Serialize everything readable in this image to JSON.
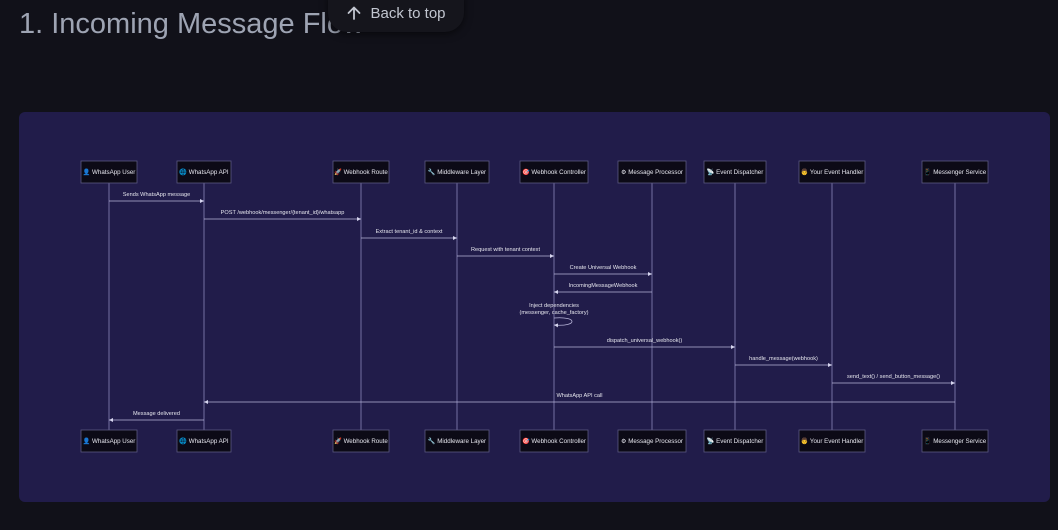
{
  "page": {
    "title": "1. Incoming Message Flow",
    "back_to_top": "Back to top"
  },
  "diagram": {
    "actors": [
      {
        "label": "WhatsApp User",
        "icon": "👤"
      },
      {
        "label": "WhatsApp API",
        "icon": "🌐"
      },
      {
        "label": "Webhook Route",
        "icon": "🚀"
      },
      {
        "label": "Middleware Layer",
        "icon": "🔧"
      },
      {
        "label": "Webhook Controller",
        "icon": "🎯"
      },
      {
        "label": "Message Processor",
        "icon": "⚙"
      },
      {
        "label": "Event Dispatcher",
        "icon": "📡"
      },
      {
        "label": "Your Event Handler",
        "icon": "👨"
      },
      {
        "label": "Messenger Service",
        "icon": "📱"
      }
    ],
    "messages": [
      {
        "from": 0,
        "to": 1,
        "lines": [
          "Sends WhatsApp message"
        ]
      },
      {
        "from": 1,
        "to": 2,
        "lines": [
          "POST /webhook/messenger/{tenant_id}/whatsapp"
        ]
      },
      {
        "from": 2,
        "to": 3,
        "lines": [
          "Extract tenant_id & context"
        ]
      },
      {
        "from": 3,
        "to": 4,
        "lines": [
          "Request with tenant context"
        ]
      },
      {
        "from": 4,
        "to": 5,
        "lines": [
          "Create Universal Webhook"
        ]
      },
      {
        "from": 5,
        "to": 4,
        "lines": [
          "IncomingMessageWebhook"
        ]
      },
      {
        "from": 4,
        "to": 4,
        "lines": [
          "Inject dependencies",
          "(messenger, cache_factory)"
        ]
      },
      {
        "from": 4,
        "to": 6,
        "lines": [
          "dispatch_universal_webhook()"
        ]
      },
      {
        "from": 6,
        "to": 7,
        "lines": [
          "handle_message(webhook)"
        ]
      },
      {
        "from": 7,
        "to": 8,
        "lines": [
          "send_text() / send_button_message()"
        ]
      },
      {
        "from": 8,
        "to": 1,
        "lines": [
          "WhatsApp API call"
        ]
      },
      {
        "from": 1,
        "to": 0,
        "lines": [
          "Message delivered"
        ]
      }
    ]
  }
}
